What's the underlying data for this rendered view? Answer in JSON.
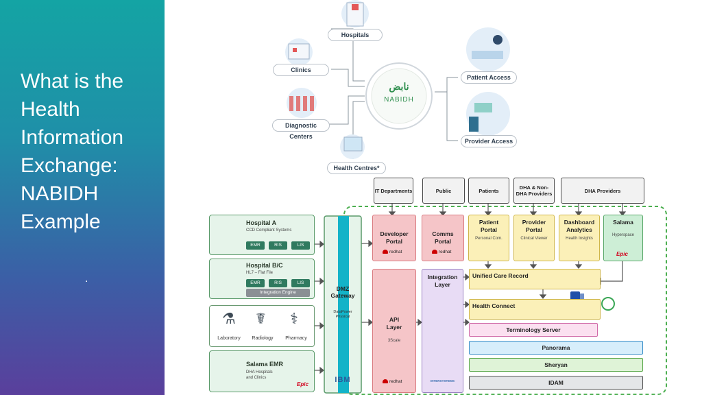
{
  "sidebar": {
    "title_lines": [
      "What is the",
      "Health",
      "Information",
      "Exchange:",
      "NABIDH",
      "Example"
    ],
    "dot": "."
  },
  "hub": {
    "logo_arabic": "نابض",
    "logo_text": "NABIDH",
    "left_nodes": [
      "Hospitals",
      "Clinics",
      "Diagnostic Centers",
      "Health Centres*"
    ],
    "right_nodes": [
      "Patient Access",
      "Provider Access"
    ]
  },
  "top_boxes": [
    "IT Departments",
    "Public",
    "Patients",
    "DHA & Non-DHA Providers",
    "DHA Providers"
  ],
  "sources": {
    "hospital_a": {
      "title": "Hospital A",
      "subtitle": "CCD Compliant Systems",
      "tags": [
        "EMR",
        "RIS",
        "LIS"
      ]
    },
    "hospital_bc": {
      "title": "Hospital B/C",
      "subtitle": "HL7 – Flat File",
      "tags": [
        "EMR",
        "RIS",
        "LIS"
      ],
      "engine": "Integration Engine"
    },
    "labs": [
      "Laboratory",
      "Radiology",
      "Pharmacy"
    ],
    "salama": {
      "title": "Salama EMR",
      "subtitle_1": "DHA Hospitals",
      "subtitle_2": "and Clinics",
      "vendor": "Epic"
    }
  },
  "columns": {
    "dmz": {
      "title": "DMZ Gateway",
      "sub_1": "DataPower",
      "sub_2": "Physical",
      "vendor": "IBM"
    },
    "developer_portal": {
      "title_1": "Developer",
      "title_2": "Portal",
      "vendor": "redhat"
    },
    "comms_portal": {
      "title_1": "Comms",
      "title_2": "Portal",
      "vendor": "redhat"
    },
    "api_layer": {
      "title_1": "API",
      "title_2": "Layer",
      "sub": "3Scale",
      "vendor": "redhat"
    },
    "integration_layer": {
      "title_1": "Integration",
      "title_2": "Layer",
      "vendor": "INTERSYSTEMS"
    }
  },
  "portals": [
    {
      "title_1": "Patient",
      "title_2": "Portal",
      "sub": "Personal Com."
    },
    {
      "title_1": "Provider",
      "title_2": "Portal",
      "sub": "Clinical Viewer"
    },
    {
      "title_1": "Dashboard",
      "title_2": "Analytics",
      "sub": "Health Insights"
    },
    {
      "title_1": "Salama",
      "title_2": "",
      "sub": "Hyperspace",
      "vendor": "Epic"
    }
  ],
  "layers": [
    "Unified Care Record",
    "Health Connect",
    "Terminology Server",
    "Panorama",
    "Sheryan",
    "IDAM"
  ],
  "colors": {
    "sidebar_top": "#14a4a4",
    "sidebar_bottom": "#5a3f9c",
    "platform_border": "#4caf50",
    "dmz": "#13b3c8",
    "red_col": "#f5c5c8",
    "integration": "#e8dcf5",
    "yellow": "#fbf0b8",
    "green": "#cdeed6"
  }
}
